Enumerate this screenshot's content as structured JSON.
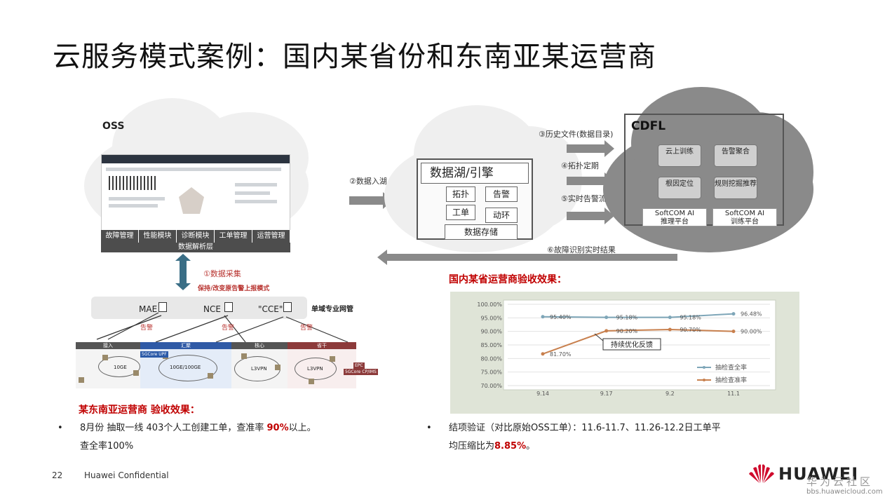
{
  "title": "云服务模式案例：国内某省份和东南亚某运营商",
  "diagram": {
    "oss_label": "OSS",
    "oss_modules": [
      "故障管理",
      "性能模块",
      "诊断模块",
      "工单管理",
      "运营管理"
    ],
    "parse_layer": "数据解析层",
    "step2": "②数据入湖",
    "lake_title": "数据湖/引擎",
    "lake_items": [
      "拓扑",
      "告警",
      "工单",
      "动环",
      "数据存储"
    ],
    "step3": "③历史文件(数据目录)",
    "step4": "④拓扑定期",
    "step5": "⑤实时告警流",
    "step6": "⑥故障识别实时结果",
    "cdfl_label": "CDFL",
    "cdfl_modules": [
      "云上训练",
      "告警聚合",
      "根因定位",
      "规则挖掘推荐"
    ],
    "platform_infer": [
      "SoftCOM AI",
      "推理平台"
    ],
    "platform_train": [
      "SoftCOM AI",
      "训练平台"
    ],
    "step1": "①数据采集",
    "step1_sub": "保持/改变原告警上报模式",
    "nms": [
      "MAE",
      "NCE",
      "\"CCE\""
    ],
    "single_domain": "单域专业网管",
    "alarm_label": "告警",
    "zones": [
      "接入",
      "汇聚",
      "核心",
      "省干"
    ],
    "net_labels": [
      "10GE",
      "10GE/100GE",
      "L3VPN",
      "L3VPN"
    ],
    "tags": [
      "5GCore UPF",
      "EPC",
      "5GCore CP/IMS"
    ]
  },
  "sea": {
    "heading": "某东南亚运营商 验收效果：",
    "bullet_dot": "•",
    "line1_a": "8月份 抽取一线 403个人工创建工单，查准率 ",
    "line1_hl": "90%",
    "line1_b": "以上。",
    "line2": "查全率100%"
  },
  "prov": {
    "heading": "国内某省运营商验收效果：",
    "bullet_dot": "•",
    "line1": "结项验证（对比原始OSS工单）：11.6-11.7、11.26-12.2日工单平",
    "line2_a": "均压缩比为",
    "line2_hl": "8.85%",
    "line2_b": "。"
  },
  "chart_data": {
    "type": "line",
    "categories": [
      "9.14",
      "9.17",
      "9.2",
      "11.1"
    ],
    "series": [
      {
        "name": "抽检查全率",
        "values": [
          95.4,
          95.18,
          95.18,
          96.48
        ],
        "labels": [
          "95.40%",
          "95.18%",
          "95.18%",
          "96.48%"
        ],
        "color": "#7ea6b8"
      },
      {
        "name": "抽检查准率",
        "values": [
          81.7,
          90.2,
          90.7,
          90.0
        ],
        "labels": [
          "81.70%",
          "90.20%",
          "90.70%",
          "90.00%"
        ],
        "color": "#c8804e"
      }
    ],
    "yticks": [
      "100.00%",
      "95.00%",
      "90.00%",
      "85.00%",
      "80.00%",
      "75.00%",
      "70.00%"
    ],
    "ylim": [
      70,
      100
    ],
    "annotation": "持续优化反馈",
    "grid": true,
    "legend": "bottom-right"
  },
  "footer": {
    "page": "22",
    "confidential": "Huawei Confidential",
    "brand": "HUAWEI",
    "community": "华为云社区",
    "url": "bbs.huaweicloud.com"
  }
}
